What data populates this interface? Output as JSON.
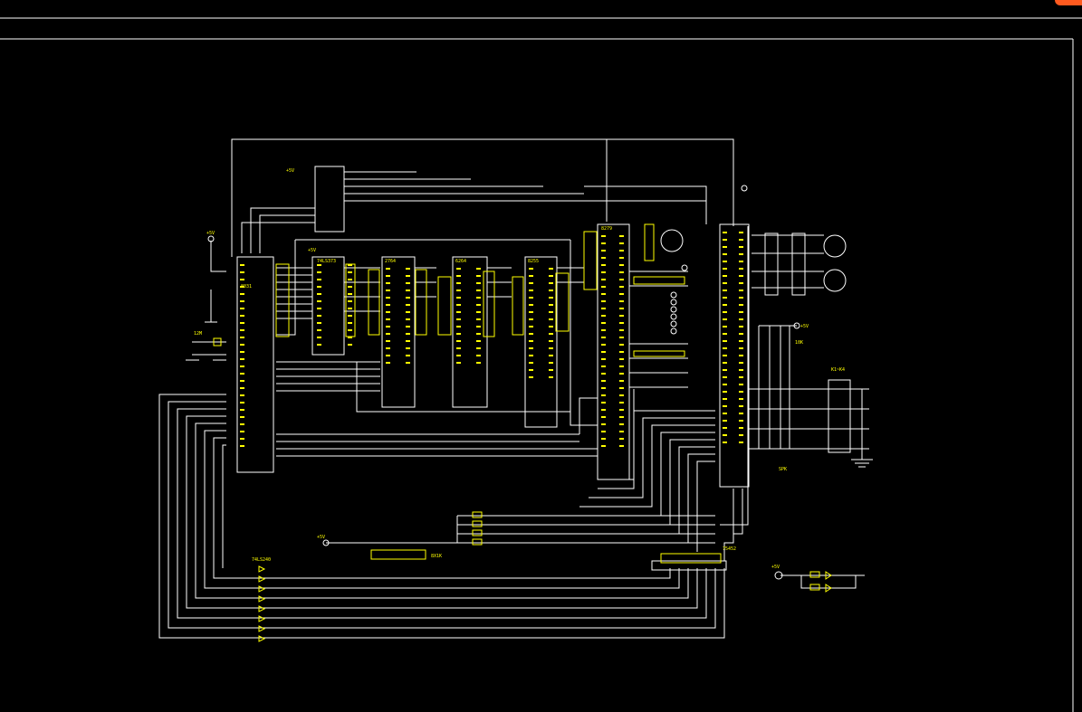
{
  "app": {
    "accent_color": "#ff5a1f"
  },
  "drawing": {
    "background": "#000000",
    "wire_color": "#ffffff",
    "label_color": "#ffff00",
    "labels": {
      "supply_pos": "+5V",
      "supply_pos_left": "+5V",
      "supply_pos_top": "+5V",
      "supply_pos_mid": "+5V",
      "supply_pos_bottom": "+5V",
      "supply_pos_right": "+5V",
      "ic_main": "8031",
      "ic_latch": "74LS373",
      "ic_eprom": "2764",
      "ic_ram": "6264",
      "ic_pio": "8255",
      "ic_ctrl": "8279",
      "ic_disp": "74LS240",
      "driver_row": "74LS240",
      "driver_col": "75452",
      "resistor_array": "8X1K",
      "pullup_label": "10K",
      "crystal": "12M",
      "relay_label": "K1~K4",
      "speaker": "SPK"
    }
  }
}
